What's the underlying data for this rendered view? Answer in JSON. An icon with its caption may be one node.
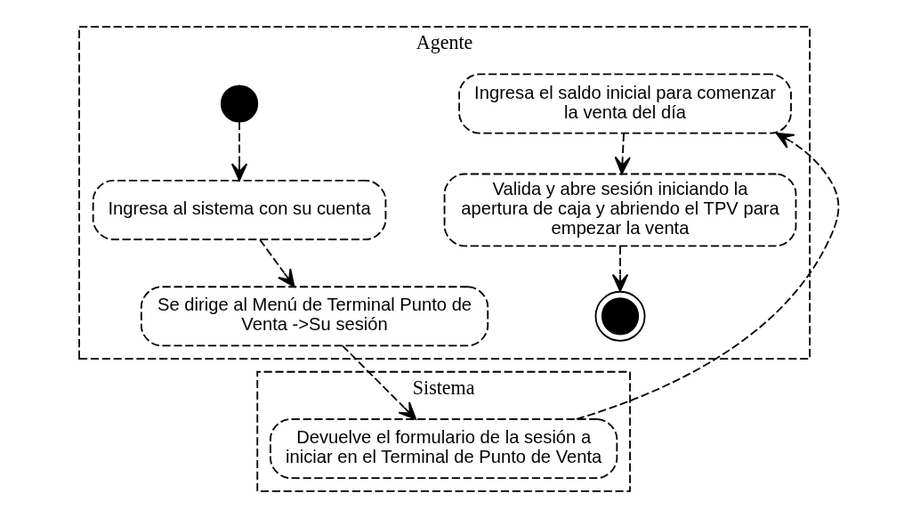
{
  "diagram": {
    "nodes": [
      {
        "text": [
          "Agente"
        ]
      },
      {
        "text": [
          "Sistema"
        ]
      },
      {
        "text": [],
        "shape": "circle",
        "in": 0
      },
      {
        "text": [
          "Ingresa al sistema con su cuenta"
        ],
        "in": 0
      },
      {
        "text": [
          "Se dirige al Menú de Terminal Punto de Venta ->Su sesión"
        ],
        "in": 0
      },
      {
        "text": [
          "Devuelve el formulario de la sesión a iniciar en el Terminal de Punto de Venta"
        ],
        "in": 1
      },
      {
        "text": [
          "Ingresa el saldo inicial para comenzar la venta del día"
        ],
        "in": 0
      },
      {
        "text": [
          "Valida y abre sesión iniciando la apertura de caja y abriendo el TPV para empezar la venta"
        ],
        "in": 0
      },
      {
        "text": [],
        "shape": "circle",
        "in": 0
      }
    ],
    "edges": [
      {
        "from": 2,
        "to": 3,
        "arrow": "to",
        "style": "dashed"
      },
      {
        "from": 3,
        "to": 4,
        "arrow": "to",
        "style": "dashed"
      },
      {
        "from": 4,
        "to": 5,
        "arrow": "to",
        "style": "dashed"
      },
      {
        "from": 5,
        "to": 6,
        "arrow": "to",
        "style": "dashed"
      },
      {
        "from": 6,
        "to": 7,
        "arrow": "to",
        "style": "dashed"
      },
      {
        "from": 7,
        "to": 8,
        "arrow": "to",
        "style": "dashed"
      }
    ]
  }
}
